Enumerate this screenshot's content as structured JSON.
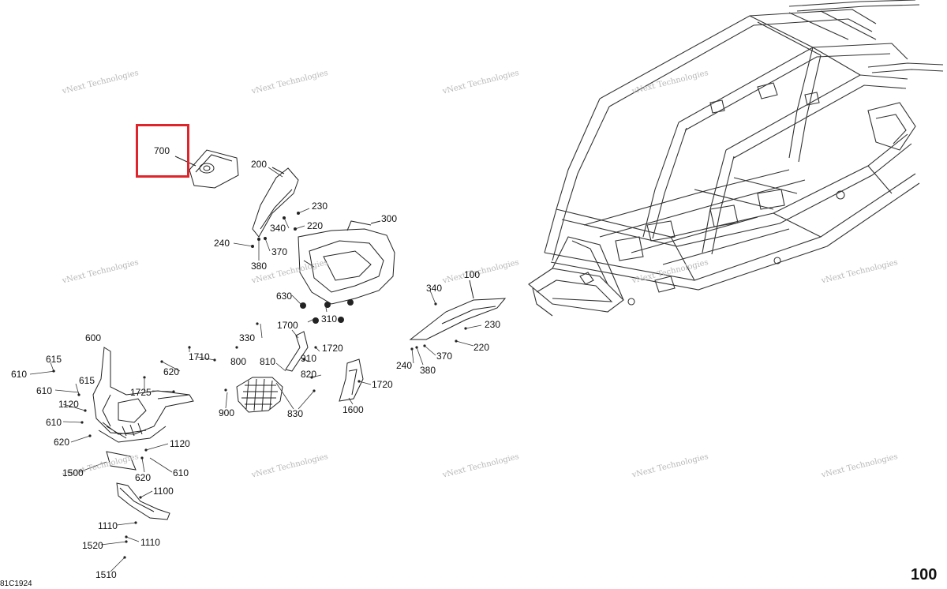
{
  "highlighted_part": "700",
  "page_number": "100",
  "drawing_code": "81C1924",
  "watermark": {
    "line1": "vNext",
    "line2": "Technologies",
    "inline": "vNext Technologies"
  },
  "labels": {
    "l700": "700",
    "l200": "200",
    "l230a": "230",
    "l340a": "340",
    "l220a": "220",
    "l240a": "240",
    "l370a": "370",
    "l380a": "380",
    "l300": "300",
    "l100": "100",
    "l340b": "340",
    "l230b": "230",
    "l220b": "220",
    "l370b": "370",
    "l380b": "380",
    "l240b": "240",
    "l630": "630",
    "l310": "310",
    "l330": "330",
    "l1700": "1700",
    "l1720a": "1720",
    "l1720b": "1720",
    "l910": "910",
    "l810": "810",
    "l820": "820",
    "l800": "800",
    "l900": "900",
    "l830": "830",
    "l1600": "1600",
    "l1710": "1710",
    "l620a": "620",
    "l1725": "1725",
    "l600": "600",
    "l615a": "615",
    "l610a": "610",
    "l615b": "615",
    "l610b": "610",
    "l1120a": "1120",
    "l610c": "610",
    "l620b": "620",
    "l1120b": "1120",
    "l1500": "1500",
    "l620c": "620",
    "l610d": "610",
    "l1100": "1100",
    "l1110a": "1110",
    "l1520": "1520",
    "l1110b": "1110",
    "l1510": "1510"
  }
}
